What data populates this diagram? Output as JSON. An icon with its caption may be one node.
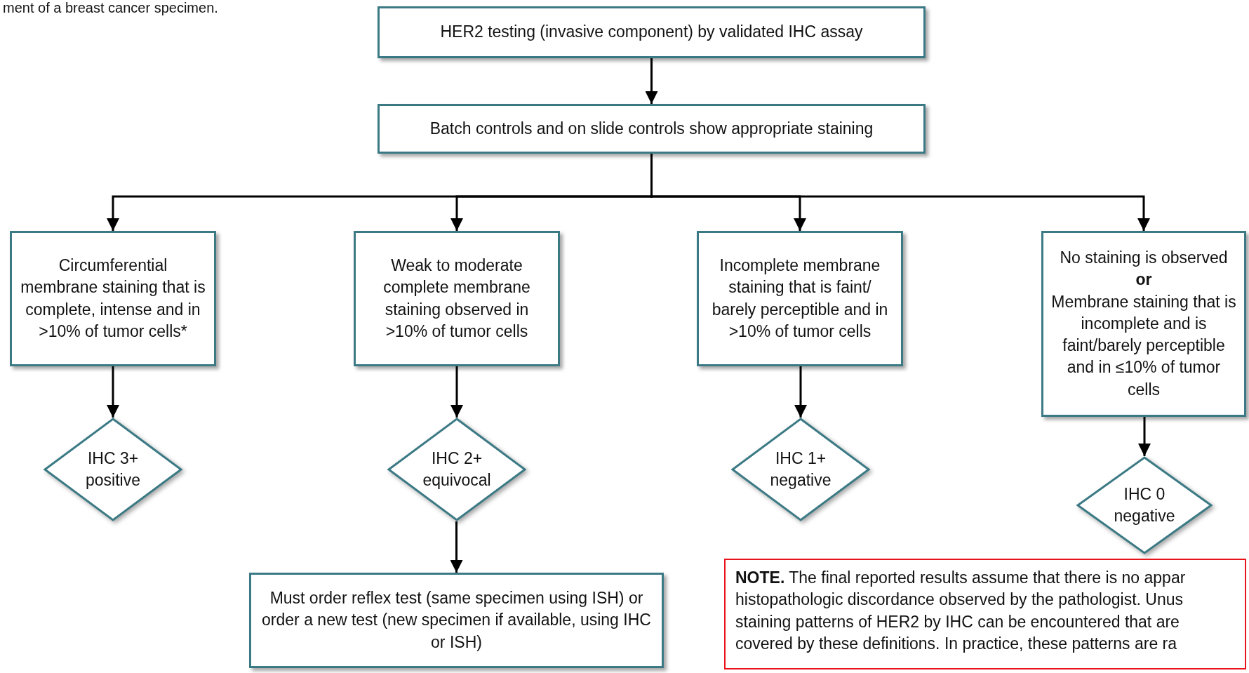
{
  "diagram": {
    "nodes": [
      {
        "text": [
          "HER2 testing (invasive component) by validated IHC assay"
        ]
      },
      {
        "text": [
          "Batch controls and on slide controls show appropriate staining"
        ]
      },
      {
        "text": [
          "Circumferential membrane staining that is complete, intense and in >10% of tumor cells*"
        ]
      },
      {
        "text": [
          "Weak to moderate complete membrane staining observed in >10% of tumor cells"
        ]
      },
      {
        "text": [
          "Incomplete membrane staining that is faint/ barely perceptible and in >10% of tumor cells"
        ]
      },
      {
        "text": [
          "No staining is observed **or** Membrane staining that is incomplete and is faint/barely perceptible and in ≤10% of tumor cells"
        ]
      },
      {
        "text": [
          "IHC 3+ positive"
        ]
      },
      {
        "text": [
          "IHC 2+ equivocal"
        ]
      },
      {
        "text": [
          "IHC 1+ negative"
        ]
      },
      {
        "text": [
          "IHC 0 negative"
        ]
      },
      {
        "text": [
          "Must order reflex test (same specimen using ISH) or order a new test (new specimen if available, using IHC or ISH)"
        ]
      },
      {
        "text": [
          "**NOTE.** The final reported results assume that there is no appar histopathologic discordance observed by the pathologist. Unus staining patterns of HER2 by IHC can be encountered that are covered by these definitions. In practice, these patterns are ra"
        ]
      }
    ],
    "edges": [
      {
        "from": 0,
        "to": 1,
        "arrow": "to"
      },
      {
        "from": 1,
        "to": 2,
        "arrow": "to"
      },
      {
        "from": 1,
        "to": 3,
        "arrow": "to"
      },
      {
        "from": 1,
        "to": 4,
        "arrow": "to"
      },
      {
        "from": 1,
        "to": 5,
        "arrow": "to"
      },
      {
        "from": 2,
        "to": 6,
        "arrow": "to"
      },
      {
        "from": 3,
        "to": 7,
        "arrow": "to"
      },
      {
        "from": 4,
        "to": 8,
        "arrow": "to"
      },
      {
        "from": 5,
        "to": 9,
        "arrow": "to"
      },
      {
        "from": 7,
        "to": 10,
        "arrow": "to"
      }
    ],
    "labels": [
      "ment of a breast cancer specimen."
    ]
  }
}
